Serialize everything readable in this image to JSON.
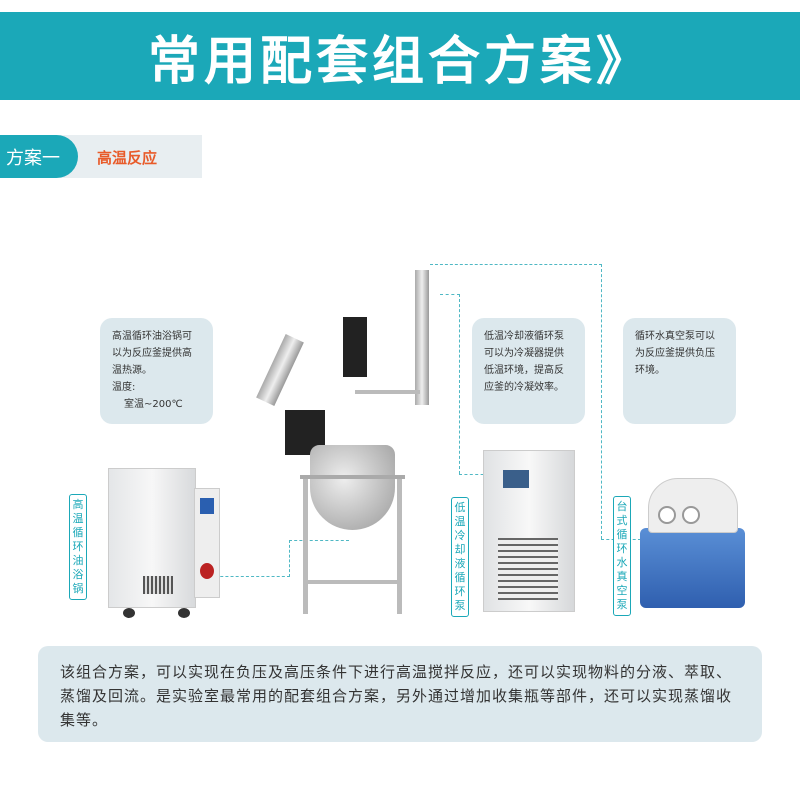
{
  "header": {
    "title": "常用配套组合方案》"
  },
  "tabs": {
    "scheme": "方案一",
    "name": "高温反应"
  },
  "info": {
    "oil_bath": [
      "高温循环油浴锅可",
      "以为反应釜提供高",
      "温热源。",
      "温度:",
      "室温~200℃"
    ],
    "chiller": [
      "低温冷却液循环泵",
      "可以为冷凝器提供",
      "低温环境，提高反",
      "应釜的冷凝效率。"
    ],
    "vacuum": [
      "循环水真空泵可以",
      "为反应釜提供负压",
      "环境。"
    ]
  },
  "labels": {
    "oil_bath": "高温循环油浴锅",
    "chiller": "低温冷却液循环泵",
    "vacuum": "台式循环水真空泵"
  },
  "description": "该组合方案，可以实现在负压及高压条件下进行高温搅拌反应，还可以实现物料的分液、萃取、蒸馏及回流。是实验室最常用的配套组合方案，另外通过增加收集瓶等部件，还可以实现蒸馏收集等。",
  "colors": {
    "accent": "#1ba8b8",
    "highlight": "#e85b2a"
  }
}
